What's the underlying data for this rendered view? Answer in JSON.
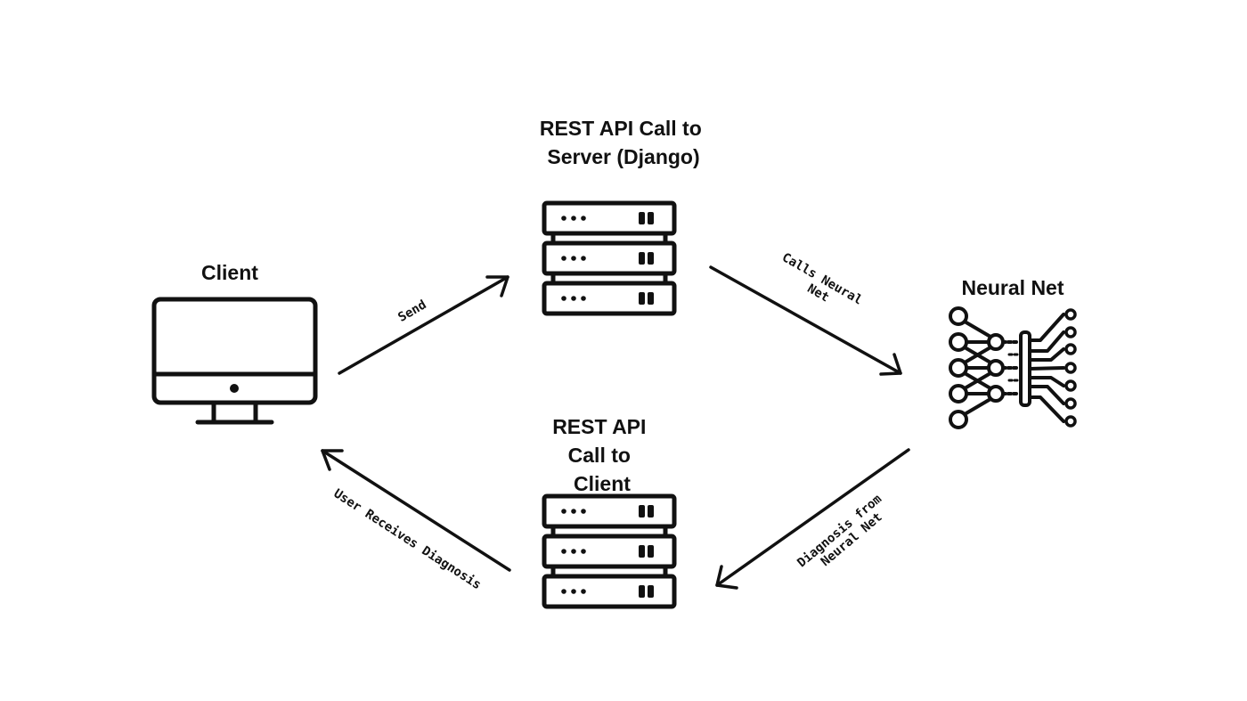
{
  "nodes": {
    "client": {
      "title": "Client",
      "icon": "desktop-monitor-icon"
    },
    "server_top": {
      "title_lines": [
        "REST API Call to",
        "Server (Django)"
      ],
      "icon": "server-rack-icon"
    },
    "neural_net": {
      "title": "Neural Net",
      "icon": "neural-network-icon"
    },
    "server_bottom": {
      "title_lines": [
        "REST API",
        "Call to",
        "Client"
      ],
      "icon": "server-rack-icon"
    }
  },
  "edges": {
    "send": {
      "label": "Send"
    },
    "calls_neural_net": {
      "label_lines": [
        "Calls Neural",
        "Net"
      ]
    },
    "diagnosis_from_neural_net": {
      "label_lines": [
        "Diagnosis from",
        "Neural Net"
      ]
    },
    "user_receives_diagnosis": {
      "label": "User Receives Diagnosis"
    }
  },
  "colors": {
    "ink": "#111111",
    "background": "#ffffff"
  }
}
